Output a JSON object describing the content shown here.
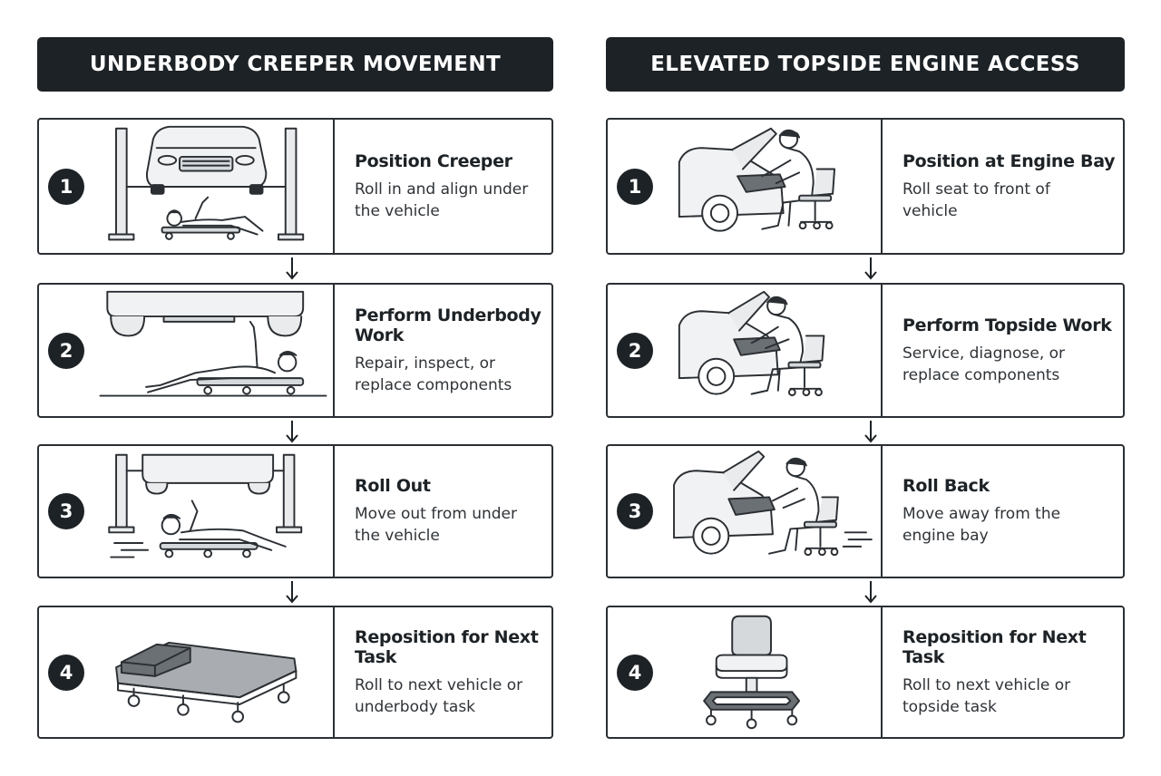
{
  "left_column": {
    "header": "UNDERBODY CREEPER MOVEMENT",
    "steps": [
      {
        "number": "1",
        "title": "Position Creeper",
        "description": "Roll in and align under the vehicle"
      },
      {
        "number": "2",
        "title": "Perform Underbody Work",
        "description": "Repair, inspect, or replace components"
      },
      {
        "number": "3",
        "title": "Roll Out",
        "description": "Move out from under the vehicle"
      },
      {
        "number": "4",
        "title": "Reposition for Next Task",
        "description": "Roll to next vehicle or underbody task"
      }
    ]
  },
  "right_column": {
    "header": "ELEVATED TOPSIDE ENGINE ACCESS",
    "steps": [
      {
        "number": "1",
        "title": "Position at Engine Bay",
        "description": "Roll seat to front of vehicle"
      },
      {
        "number": "2",
        "title": "Perform Topside Work",
        "description": "Service, diagnose, or replace components"
      },
      {
        "number": "3",
        "title": "Roll Back",
        "description": "Move away from the engine bay"
      },
      {
        "number": "4",
        "title": "Reposition for Next Task",
        "description": "Roll to next vehicle or topside task"
      }
    ]
  },
  "icons": {
    "left": [
      "car-lift-creeper-icon",
      "mechanic-under-car-icon",
      "mechanic-rolling-out-icon",
      "empty-creeper-icon"
    ],
    "right": [
      "mechanic-at-engine-bay-icon",
      "mechanic-topside-work-icon",
      "mechanic-rolling-back-icon",
      "empty-seat-icon"
    ]
  },
  "colors": {
    "header_bg": "#1d2226",
    "border": "#2b2f33",
    "illustration_fill": "#e9ebed"
  }
}
